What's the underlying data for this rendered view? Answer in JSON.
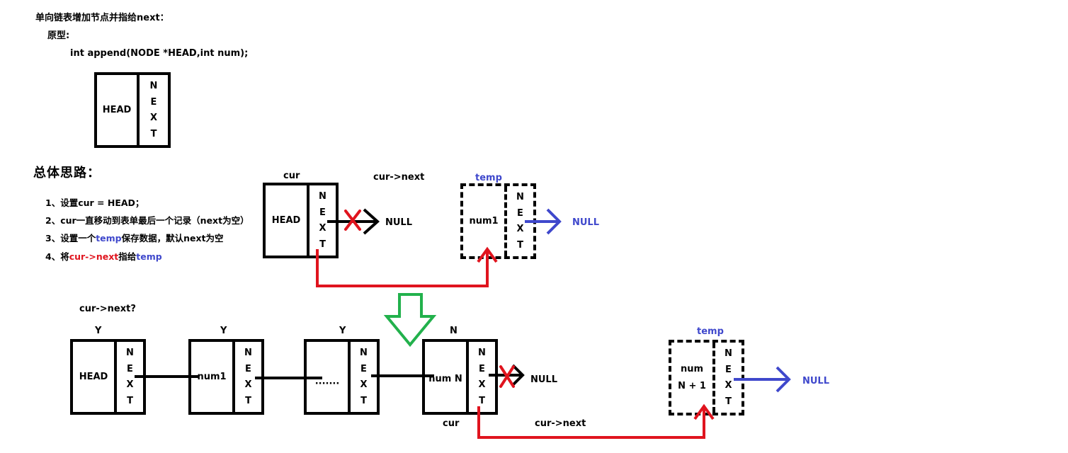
{
  "heading": "单向链表增加节点并指给next：",
  "prototype_label": "原型:",
  "prototype_code": "int append(NODE *HEAD,int num);",
  "overview_title": "总体思路：",
  "steps": [
    {
      "num": "1、设置",
      "a": "cur = HEAD；",
      "b": "",
      "c": "",
      "d": ""
    },
    {
      "num": "2、",
      "a": "cur一直移动到表单最后一个记录（next为空）",
      "b": "",
      "c": "",
      "d": ""
    }
  ],
  "step3": {
    "prefix": "3、设置一个",
    "temp": "temp",
    "suffix": "保存数据，默认next为空"
  },
  "step4": {
    "prefix": "4、将",
    "curnext": "cur->next",
    "mid": "指给",
    "temp": "temp"
  },
  "next_letters": [
    "N",
    "E",
    "X",
    "T"
  ],
  "nodes": {
    "proto_head": "HEAD",
    "mid_head": "HEAD",
    "mid_temp": "num1",
    "bottom": [
      "HEAD",
      "num1",
      "·······",
      "num N"
    ],
    "bottom_temp_line1": "num",
    "bottom_temp_line2": "N + 1"
  },
  "labels": {
    "cur": "cur",
    "cur_next": "cur->next",
    "temp": "temp",
    "null": "NULL",
    "cur_next_q": "cur->next?",
    "yes": "Y",
    "no": "N"
  },
  "colors": {
    "red": "#e0141e",
    "blue": "#3f48cc",
    "green": "#22b14c"
  }
}
